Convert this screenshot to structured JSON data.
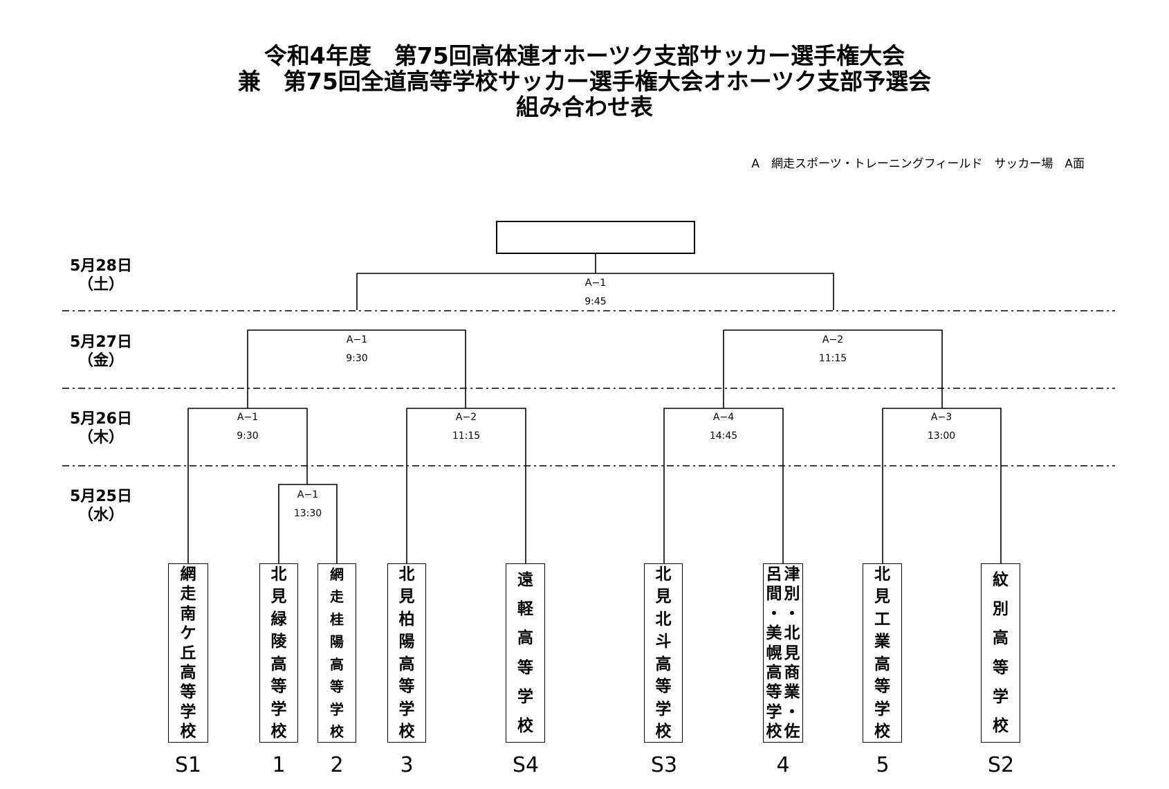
{
  "title": {
    "line1": "令和4年度　第75回高体連オホーツク支部サッカー選手権大会",
    "line2": "兼　第75回全道高等学校サッカー選手権大会オホーツク支部予選会",
    "line3": "組み合わせ表"
  },
  "venue": "A　網走スポーツ・トレーニングフィールド　サッカー場　A面",
  "dates": [
    {
      "date": "5月28日",
      "weekday": "（土）"
    },
    {
      "date": "5月27日",
      "weekday": "（金）"
    },
    {
      "date": "5月26日",
      "weekday": "（木）"
    },
    {
      "date": "5月25日",
      "weekday": "（水）"
    }
  ],
  "matches": {
    "final": {
      "code": "A−1",
      "time": "9:45"
    },
    "semi_left": {
      "code": "A−1",
      "time": "9:30"
    },
    "semi_right": {
      "code": "A−2",
      "time": "11:15"
    },
    "qf1": {
      "code": "A−1",
      "time": "9:30"
    },
    "qf2": {
      "code": "A−2",
      "time": "11:15"
    },
    "qf3": {
      "code": "A−4",
      "time": "14:45"
    },
    "qf4": {
      "code": "A−3",
      "time": "13:00"
    },
    "r1": {
      "code": "A−1",
      "time": "13:30"
    }
  },
  "teams": [
    {
      "seed": "S1",
      "chars": [
        "網",
        "走",
        "南",
        "ケ",
        "丘",
        "高",
        "等",
        "学",
        "校"
      ]
    },
    {
      "seed": "1",
      "chars": [
        "北",
        "見",
        "緑",
        "陵",
        "高",
        "等",
        "学",
        "校"
      ]
    },
    {
      "seed": "2",
      "chars": [
        "網",
        "走",
        "桂",
        "陽",
        "高",
        "等",
        "学",
        "校"
      ]
    },
    {
      "seed": "3",
      "chars": [
        "北",
        "見",
        "柏",
        "陽",
        "高",
        "等",
        "学",
        "校"
      ]
    },
    {
      "seed": "S4",
      "chars": [
        "遠",
        "軽",
        "高",
        "等",
        "学",
        "校"
      ]
    },
    {
      "seed": "S3",
      "chars": [
        "北",
        "見",
        "北",
        "斗",
        "高",
        "等",
        "学",
        "校"
      ]
    },
    {
      "seed": "4",
      "col_right": [
        "津",
        "別",
        "・",
        "北",
        "見",
        "商",
        "業",
        "・",
        "佐"
      ],
      "col_left": [
        "呂",
        "間",
        "・",
        "美",
        "幌",
        "高",
        "等",
        "学",
        "校"
      ]
    },
    {
      "seed": "5",
      "chars": [
        "北",
        "見",
        "工",
        "業",
        "高",
        "等",
        "学",
        "校"
      ]
    },
    {
      "seed": "S2",
      "chars": [
        "紋",
        "別",
        "高",
        "等",
        "学",
        "校"
      ]
    }
  ]
}
